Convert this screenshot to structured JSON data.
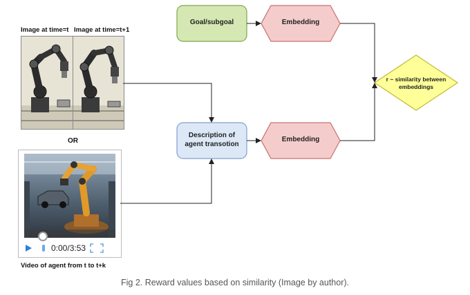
{
  "images": {
    "label_t": "Image at time=t",
    "label_t1": "Image at time=t+1"
  },
  "or_label": "OR",
  "video": {
    "time": "0:00/3:53",
    "caption": "Video of agent from t to t+k"
  },
  "nodes": {
    "goal": "Goal/subgoal",
    "embedding_top": "Embedding",
    "description_line1": "Description of",
    "description_line2": "agent transotion",
    "embedding_bottom": "Embedding",
    "similarity_line1": "r ~ similarity between",
    "similarity_line2": "embeddings"
  },
  "caption": "Fig 2. Reward values based on similarity (Image by author).",
  "colors": {
    "goal_fill": "#d5e8b3",
    "goal_border": "#7aa84a",
    "embedding_fill": "#f5cccc",
    "embedding_border": "#c97070",
    "description_fill": "#dde8f7",
    "description_border": "#7f9fcf",
    "similarity_fill": "#ffff99",
    "similarity_border": "#c2b830"
  }
}
